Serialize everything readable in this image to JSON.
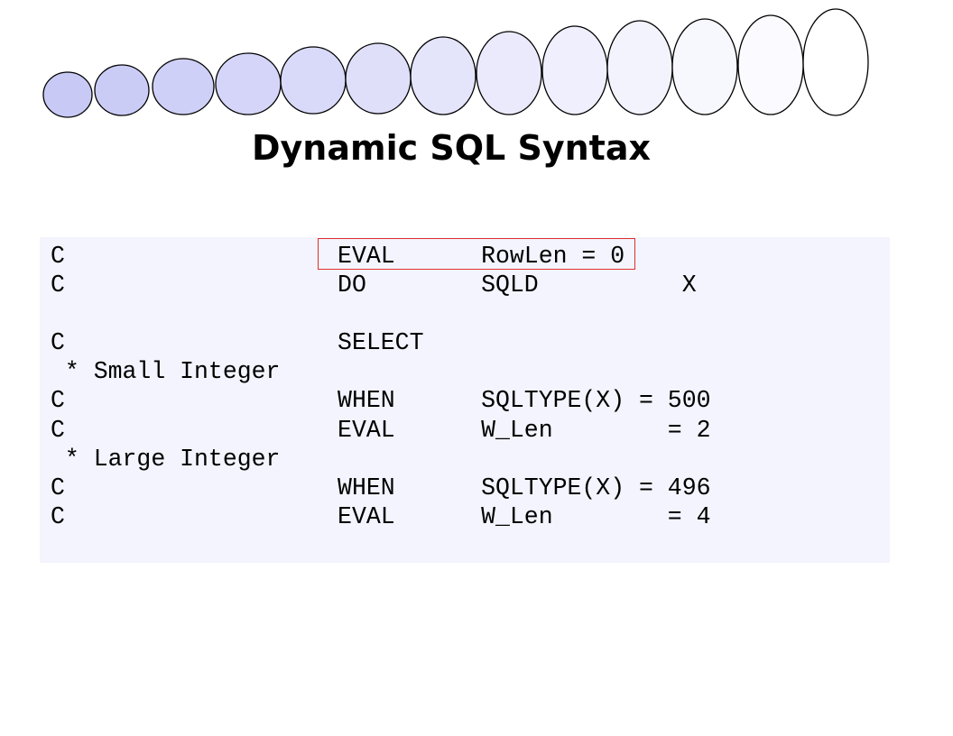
{
  "slide": {
    "title": "Dynamic SQL Syntax"
  },
  "decoration": {
    "oval_fill_start": "#c8c9f5",
    "oval_fill_end": "#ffffff",
    "oval_stroke": "#000000",
    "oval_count": 13
  },
  "code": {
    "background": "#f3f4fd",
    "lines": [
      "C                   EVAL      RowLen = 0",
      "C                   DO        SQLD          X",
      "",
      "C                   SELECT",
      " * Small Integer",
      "C                   WHEN      SQLTYPE(X) = 500",
      "C                   EVAL      W_Len        = 2",
      " * Large Integer",
      "C                   WHEN      SQLTYPE(X) = 496",
      "C                   EVAL      W_Len        = 4"
    ],
    "highlight_color": "#e03030"
  }
}
